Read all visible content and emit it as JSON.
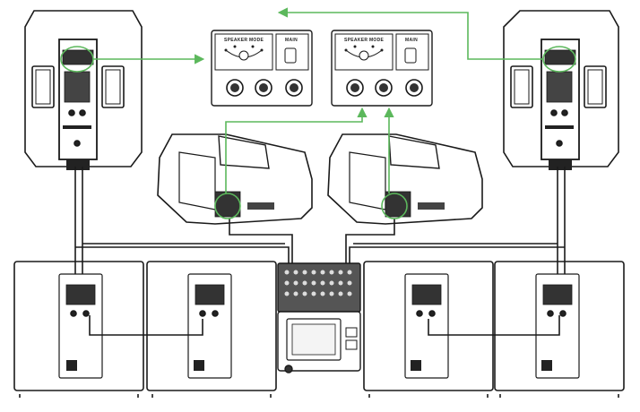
{
  "colors": {
    "line": "#1a1a1a",
    "accent": "#5cb85c",
    "background": "#ffffff"
  },
  "panels": [
    {
      "mode_label": "SPEAKER MODE",
      "main_label": "MAIN"
    },
    {
      "mode_label": "SPEAKER MODE",
      "main_label": "MAIN"
    }
  ]
}
